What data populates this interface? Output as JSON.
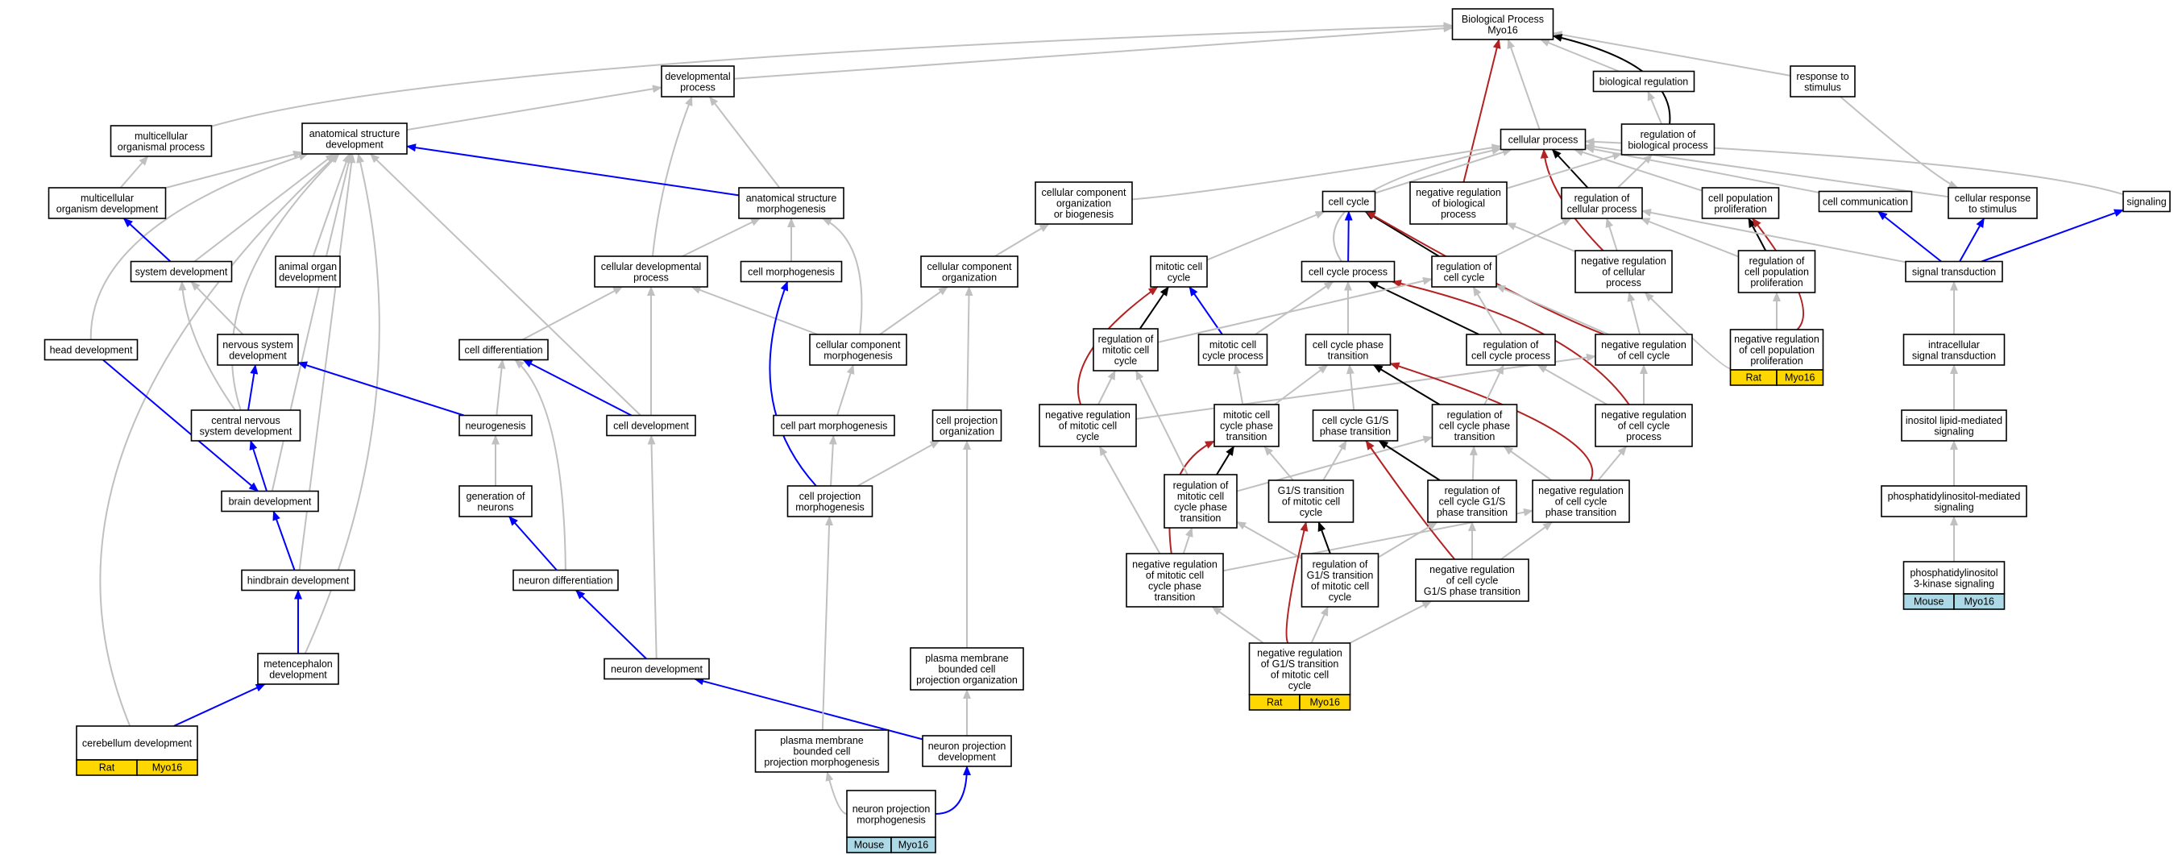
{
  "graph_title": "Biological Process Myo16",
  "colors": {
    "gray_edge": "#c0c0c0",
    "blue_edge": "#0000ff",
    "red_edge": "#b22222",
    "black_edge": "#000000",
    "rat_tag": "#ffd700",
    "mouse_tag": "#add8e6"
  },
  "nodes": {
    "bp": [
      "Biological Process",
      "Myo16"
    ],
    "dev_proc": [
      "developmental",
      "process"
    ],
    "bio_reg": [
      "biological regulation"
    ],
    "resp_stim": [
      "response to",
      "stimulus"
    ],
    "multi_proc": [
      "multicellular",
      "organismal process"
    ],
    "anat_dev": [
      "anatomical structure",
      "development"
    ],
    "cell_proc": [
      "cellular process"
    ],
    "reg_bio": [
      "regulation of",
      "biological process"
    ],
    "multi_dev": [
      "multicellular",
      "organism development"
    ],
    "anat_morph": [
      "anatomical structure",
      "morphogenesis"
    ],
    "cc_org_bio": [
      "cellular component",
      "organization",
      "or biogenesis"
    ],
    "neg_reg_bio": [
      "negative regulation",
      "of biological",
      "process"
    ],
    "cell_cycle": [
      "cell cycle"
    ],
    "reg_cell_proc": [
      "regulation of",
      "cellular process"
    ],
    "cell_pop_prol": [
      "cell population",
      "proliferation"
    ],
    "cell_comm": [
      "cell communication"
    ],
    "cell_resp": [
      "cellular response",
      "to stimulus"
    ],
    "signaling": [
      "signaling"
    ],
    "sys_dev": [
      "system development"
    ],
    "animal_organ": [
      "animal organ",
      "development"
    ],
    "cell_dev_proc": [
      "cellular developmental",
      "process"
    ],
    "cell_morph": [
      "cell morphogenesis"
    ],
    "cc_org": [
      "cellular component",
      "organization"
    ],
    "mitotic_cc": [
      "mitotic cell",
      "cycle"
    ],
    "cc_proc": [
      "cell cycle process"
    ],
    "reg_cc": [
      "regulation of",
      "cell cycle"
    ],
    "neg_reg_cell": [
      "negative regulation",
      "of cellular",
      "process"
    ],
    "reg_pop": [
      "regulation of",
      "cell population",
      "proliferation"
    ],
    "sig_trans": [
      "signal transduction"
    ],
    "head_dev": [
      "head development"
    ],
    "nerv_dev": [
      "nervous system",
      "development"
    ],
    "cell_diff": [
      "cell differentiation"
    ],
    "cc_morph": [
      "cellular component",
      "morphogenesis"
    ],
    "reg_mcc": [
      "regulation of",
      "mitotic cell",
      "cycle"
    ],
    "mcc_proc": [
      "mitotic cell",
      "cycle process"
    ],
    "cc_phase": [
      "cell cycle phase",
      "transition"
    ],
    "reg_ccp": [
      "regulation of",
      "cell cycle process"
    ],
    "neg_reg_cc": [
      "negative regulation",
      "of cell cycle"
    ],
    "neg_reg_pop": [
      "negative regulation",
      "of cell population",
      "proliferation"
    ],
    "intra_sig": [
      "intracellular",
      "signal transduction"
    ],
    "cns_dev": [
      "central nervous",
      "system development"
    ],
    "neurogen": [
      "neurogenesis"
    ],
    "cell_dev": [
      "cell development"
    ],
    "cpart_morph": [
      "cell part morphogenesis"
    ],
    "cproj_org": [
      "cell projection",
      "organization"
    ],
    "neg_reg_mcc": [
      "negative regulation",
      "of mitotic cell",
      "cycle"
    ],
    "mcc_phase": [
      "mitotic cell",
      "cycle phase",
      "transition"
    ],
    "g1s_phase": [
      "cell cycle G1/S",
      "phase transition"
    ],
    "reg_ccpt": [
      "regulation of",
      "cell cycle phase",
      "transition"
    ],
    "neg_reg_ccp": [
      "negative regulation",
      "of cell cycle",
      "process"
    ],
    "inositol": [
      "inositol lipid-mediated",
      "signaling"
    ],
    "brain_dev": [
      "brain development"
    ],
    "gen_neur": [
      "generation of",
      "neurons"
    ],
    "cproj_morph": [
      "cell projection",
      "morphogenesis"
    ],
    "reg_mccpt": [
      "regulation of",
      "mitotic cell",
      "cycle phase",
      "transition"
    ],
    "g1s_mcc": [
      "G1/S transition",
      "of mitotic cell",
      "cycle"
    ],
    "reg_g1s_pt": [
      "regulation of",
      "cell cycle G1/S",
      "phase transition"
    ],
    "neg_reg_ccpt": [
      "negative regulation",
      "of cell cycle",
      "phase transition"
    ],
    "pip_sig": [
      "phosphatidylinositol-mediated",
      "signaling"
    ],
    "hind_dev": [
      "hindbrain development"
    ],
    "neur_diff": [
      "neuron differentiation"
    ],
    "neg_reg_mccpt": [
      "negative regulation",
      "of mitotic cell",
      "cycle phase",
      "transition"
    ],
    "reg_g1s_mcc": [
      "regulation of",
      "G1/S transition",
      "of mitotic cell",
      "cycle"
    ],
    "neg_reg_g1s": [
      "negative regulation",
      "of cell cycle",
      "G1/S phase transition"
    ],
    "pi3k": [
      "phosphatidylinositol",
      "3-kinase signaling"
    ],
    "met_dev": [
      "metencephalon",
      "development"
    ],
    "neur_dev": [
      "neuron development"
    ],
    "pm_proj_org": [
      "plasma membrane",
      "bounded cell",
      "projection organization"
    ],
    "neg_reg_g1s_mcc": [
      "negative regulation",
      "of G1/S transition",
      "of mitotic cell",
      "cycle"
    ],
    "cereb_dev": [
      "cerebellum development"
    ],
    "pm_proj_morph": [
      "plasma membrane",
      "bounded cell",
      "projection morphogenesis"
    ],
    "neur_proj_dev": [
      "neuron projection",
      "development"
    ],
    "neur_proj_morph": [
      "neuron projection",
      "morphogenesis"
    ]
  },
  "tags": {
    "neg_reg_pop": [
      "Rat",
      "Myo16"
    ],
    "pi3k": [
      "Mouse",
      "Myo16"
    ],
    "neg_reg_g1s_mcc": [
      "Rat",
      "Myo16"
    ],
    "cereb_dev": [
      "Rat",
      "Myo16"
    ],
    "neur_proj_morph": [
      "Mouse",
      "Myo16"
    ]
  }
}
